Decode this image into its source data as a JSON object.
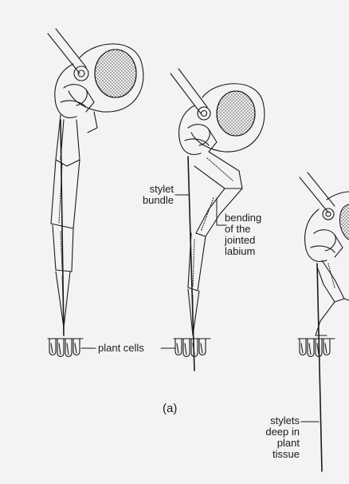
{
  "labels": {
    "stylet_bundle": "stylet\nbundle",
    "bending": "bending\nof the\njointed\nlabium",
    "plant_cells": "plant cells",
    "stylets_deep": "stylets\ndeep in\nplant\ntissue",
    "caption": "(a)"
  },
  "colors": {
    "background": "#f3f3f3",
    "ink": "#1a1a1a"
  }
}
